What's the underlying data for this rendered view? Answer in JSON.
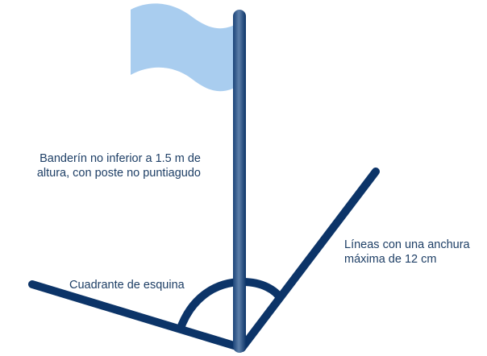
{
  "labels": {
    "flag": {
      "line1": "Banderín no inferior a 1.5 m de",
      "line2": "altura, con poste no puntiagudo"
    },
    "lines": {
      "line1": "Líneas con una anchura",
      "line2": "máxima de 12 cm"
    },
    "quadrant": "Cuadrante de esquina"
  },
  "colors": {
    "line_navy": "#0c3468",
    "flag_fill": "#a9cdef",
    "pole_highlight": "#5d7fa9",
    "text": "#1e3f66"
  }
}
